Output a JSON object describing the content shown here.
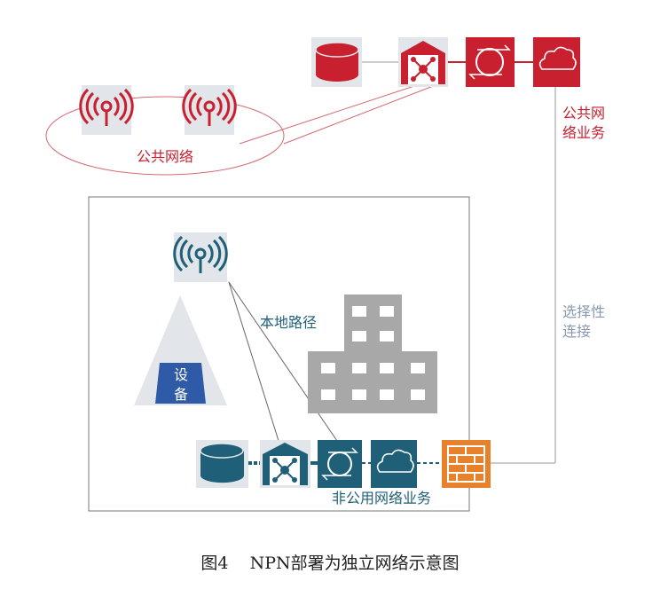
{
  "labels": {
    "public_network": "公共网络",
    "public_service_line1": "公共网",
    "public_service_line2": "络业务",
    "selective_line1": "选择性",
    "selective_line2": "连接",
    "local_path": "本地路径",
    "device_line1": "设",
    "device_line2": "备",
    "non_public_service": "非公用网络业务"
  },
  "caption": "图4    NPN部署为独立网络示意图",
  "colors": {
    "public_red": "#c8202f",
    "private_teal": "#1f5f78",
    "firewall_orange": "#e8812b",
    "building_gray": "#a8a8a8",
    "icon_tile_gray": "#e2e6ea",
    "device_blue": "#2f5aa8",
    "selective_text": "#8898b0"
  },
  "icons": {
    "public_db": "database-icon",
    "public_hub": "network-hub-icon",
    "public_router": "router-icon",
    "public_cloud": "cloud-icon",
    "public_antenna_1": "antenna-icon",
    "public_antenna_2": "antenna-icon",
    "local_antenna": "antenna-icon",
    "device": "device-pyramid-icon",
    "building": "building-icon",
    "private_db": "database-icon",
    "private_hub": "network-hub-icon",
    "private_router": "router-icon",
    "private_cloud": "cloud-icon",
    "firewall": "firewall-icon"
  }
}
